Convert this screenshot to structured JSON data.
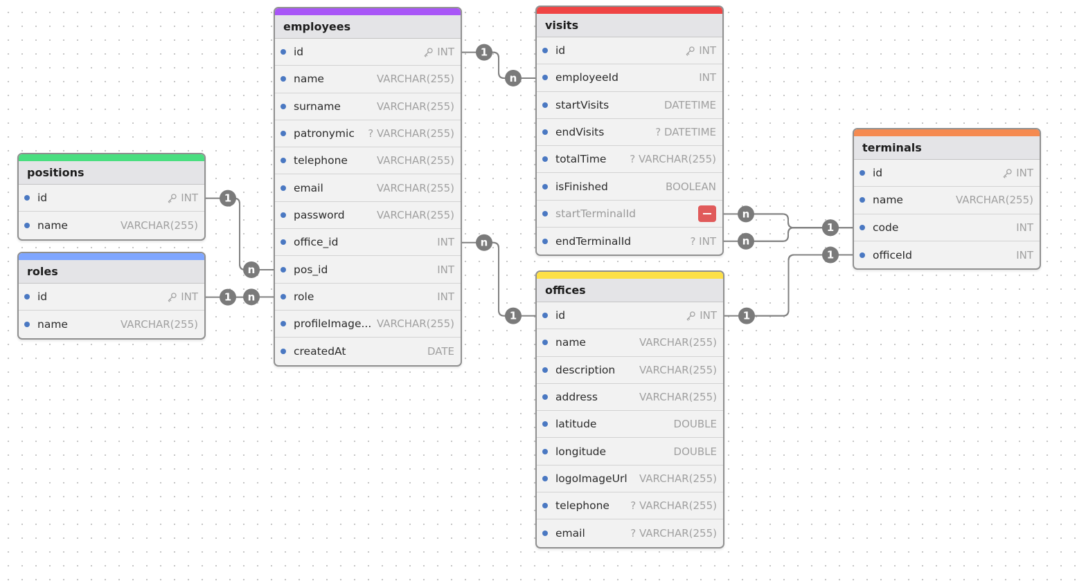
{
  "tables": {
    "positions": {
      "title": "positions",
      "color": "#4ade80",
      "fields": [
        {
          "name": "id",
          "type": "INT",
          "key": true
        },
        {
          "name": "name",
          "type": "VARCHAR(255)"
        }
      ]
    },
    "roles": {
      "title": "roles",
      "color": "#7fa6ff",
      "fields": [
        {
          "name": "id",
          "type": "INT",
          "key": true
        },
        {
          "name": "name",
          "type": "VARCHAR(255)"
        }
      ]
    },
    "employees": {
      "title": "employees",
      "color": "#a855f7",
      "fields": [
        {
          "name": "id",
          "type": "INT",
          "key": true
        },
        {
          "name": "name",
          "type": "VARCHAR(255)"
        },
        {
          "name": "surname",
          "type": "VARCHAR(255)"
        },
        {
          "name": "patronymic",
          "type": "? VARCHAR(255)"
        },
        {
          "name": "telephone",
          "type": "VARCHAR(255)"
        },
        {
          "name": "email",
          "type": "VARCHAR(255)"
        },
        {
          "name": "password",
          "type": "VARCHAR(255)"
        },
        {
          "name": "office_id",
          "type": "INT"
        },
        {
          "name": "pos_id",
          "type": "INT"
        },
        {
          "name": "role",
          "type": "INT"
        },
        {
          "name": "profileImage...",
          "type": "VARCHAR(255)"
        },
        {
          "name": "createdAt",
          "type": "DATE"
        }
      ]
    },
    "visits": {
      "title": "visits",
      "color": "#ef4444",
      "fields": [
        {
          "name": "id",
          "type": "INT",
          "key": true
        },
        {
          "name": "employeeId",
          "type": "INT"
        },
        {
          "name": "startVisits",
          "type": "DATETIME"
        },
        {
          "name": "endVisits",
          "type": "? DATETIME"
        },
        {
          "name": "totalTime",
          "type": "? VARCHAR(255)"
        },
        {
          "name": "isFinished",
          "type": "BOOLEAN"
        },
        {
          "name": "startTerminalId",
          "type": "",
          "hovered": true
        },
        {
          "name": "endTerminalId",
          "type": "? INT"
        }
      ]
    },
    "offices": {
      "title": "offices",
      "color": "#fde047",
      "fields": [
        {
          "name": "id",
          "type": "INT",
          "key": true
        },
        {
          "name": "name",
          "type": "VARCHAR(255)"
        },
        {
          "name": "description",
          "type": "VARCHAR(255)"
        },
        {
          "name": "address",
          "type": "VARCHAR(255)"
        },
        {
          "name": "latitude",
          "type": "DOUBLE"
        },
        {
          "name": "longitude",
          "type": "DOUBLE"
        },
        {
          "name": "logoImageUrl",
          "type": "VARCHAR(255)"
        },
        {
          "name": "telephone",
          "type": "? VARCHAR(255)"
        },
        {
          "name": "email",
          "type": "? VARCHAR(255)"
        }
      ]
    },
    "terminals": {
      "title": "terminals",
      "color": "#f58a50",
      "fields": [
        {
          "name": "id",
          "type": "INT",
          "key": true
        },
        {
          "name": "name",
          "type": "VARCHAR(255)"
        },
        {
          "name": "code",
          "type": "INT"
        },
        {
          "name": "officeId",
          "type": "INT"
        }
      ]
    }
  },
  "relationships": [
    {
      "from": "positions.id",
      "to": "employees.pos_id",
      "from_card": "1",
      "to_card": "n"
    },
    {
      "from": "roles.id",
      "to": "employees.role",
      "from_card": "1",
      "to_card": "n"
    },
    {
      "from": "employees.id",
      "to": "visits.employeeId",
      "from_card": "1",
      "to_card": "n"
    },
    {
      "from": "offices.id",
      "to": "employees.office_id",
      "from_card": "1",
      "to_card": "n"
    },
    {
      "from": "terminals.code",
      "to": "visits.startTerminalId",
      "from_card": "1",
      "to_card": "n"
    },
    {
      "from": "terminals.code",
      "to": "visits.endTerminalId",
      "from_card": "1",
      "to_card": "n"
    },
    {
      "from": "offices.id",
      "to": "terminals.officeId",
      "from_card": "1",
      "to_card": "1"
    }
  ]
}
